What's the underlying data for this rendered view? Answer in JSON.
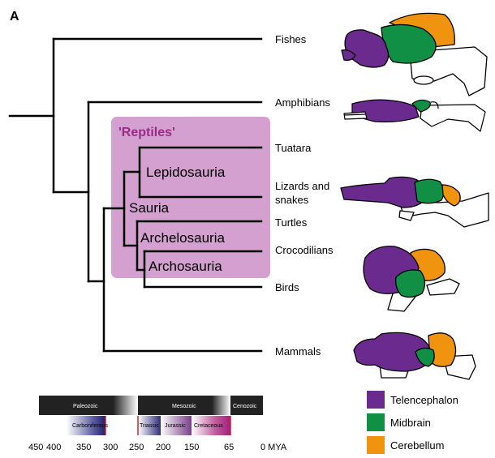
{
  "panel_label": "A",
  "group_box_label": "'Reptiles'",
  "clades": {
    "lepidosauria": "Lepidosauria",
    "sauria": "Sauria",
    "archelosauria": "Archelosauria",
    "archosauria": "Archosauria"
  },
  "taxa": {
    "fishes": "Fishes",
    "amphibians": "Amphibians",
    "tuatara": "Tuatara",
    "lizards_line1": "Lizards and",
    "lizards_line2": "snakes",
    "turtles": "Turtles",
    "crocodilians": "Crocodilians",
    "birds": "Birds",
    "mammals": "Mammals"
  },
  "timescale": {
    "eras": {
      "paleozoic": "Paleozoic",
      "mesozoic": "Mesozoic",
      "cenozoic": "Cenozoic"
    },
    "periods": {
      "carboniferous": "Carboniferous",
      "triassic": "Triassic",
      "jurassic": "Jurassic",
      "cretaceous": "Cretaceous"
    },
    "ticks": [
      "450",
      "400",
      "350",
      "300",
      "250",
      "200",
      "150",
      "65",
      "0 MYA"
    ]
  },
  "legend": [
    {
      "label": "Telencephalon",
      "color": "#6b2a8e"
    },
    {
      "label": "Midbrain",
      "color": "#119045"
    },
    {
      "label": "Cerebellum",
      "color": "#f0940f"
    }
  ],
  "colors": {
    "telencephalon": "#6b2a8e",
    "midbrain": "#119045",
    "cerebellum": "#f0940f",
    "reptile_box": "#d3a0cf",
    "reptile_label": "#9b2a8a"
  }
}
